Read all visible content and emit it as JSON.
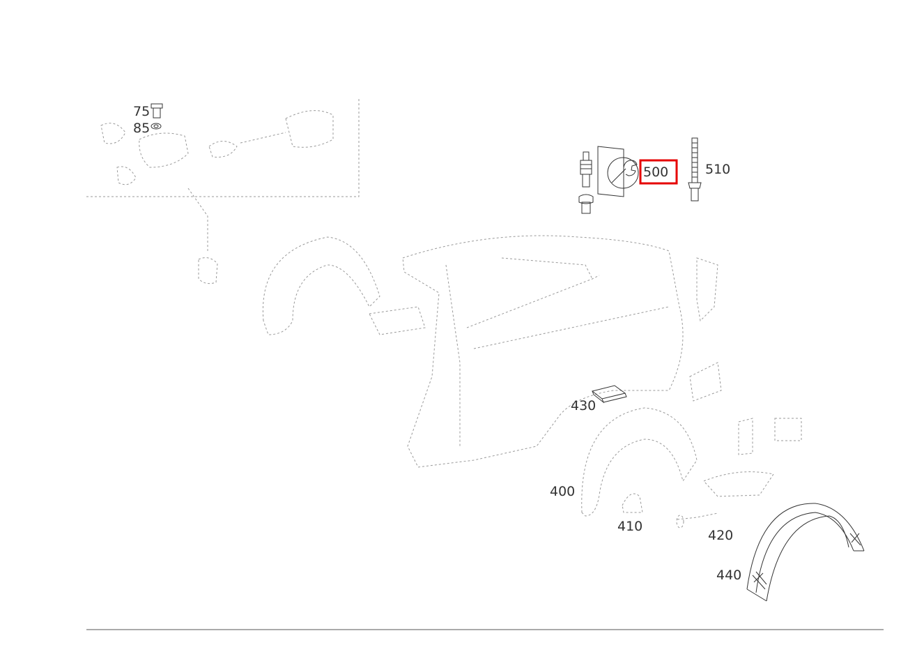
{
  "diagram": {
    "highlight_color": "#e60000",
    "callouts": {
      "c75": "75",
      "c85": "85",
      "c430": "430",
      "c400": "400",
      "c410": "410",
      "c420": "420",
      "c440": "440",
      "c500": "500",
      "c510": "510"
    },
    "selected_callout": "500",
    "icons": {
      "service_tool": "wrench-icon"
    }
  }
}
